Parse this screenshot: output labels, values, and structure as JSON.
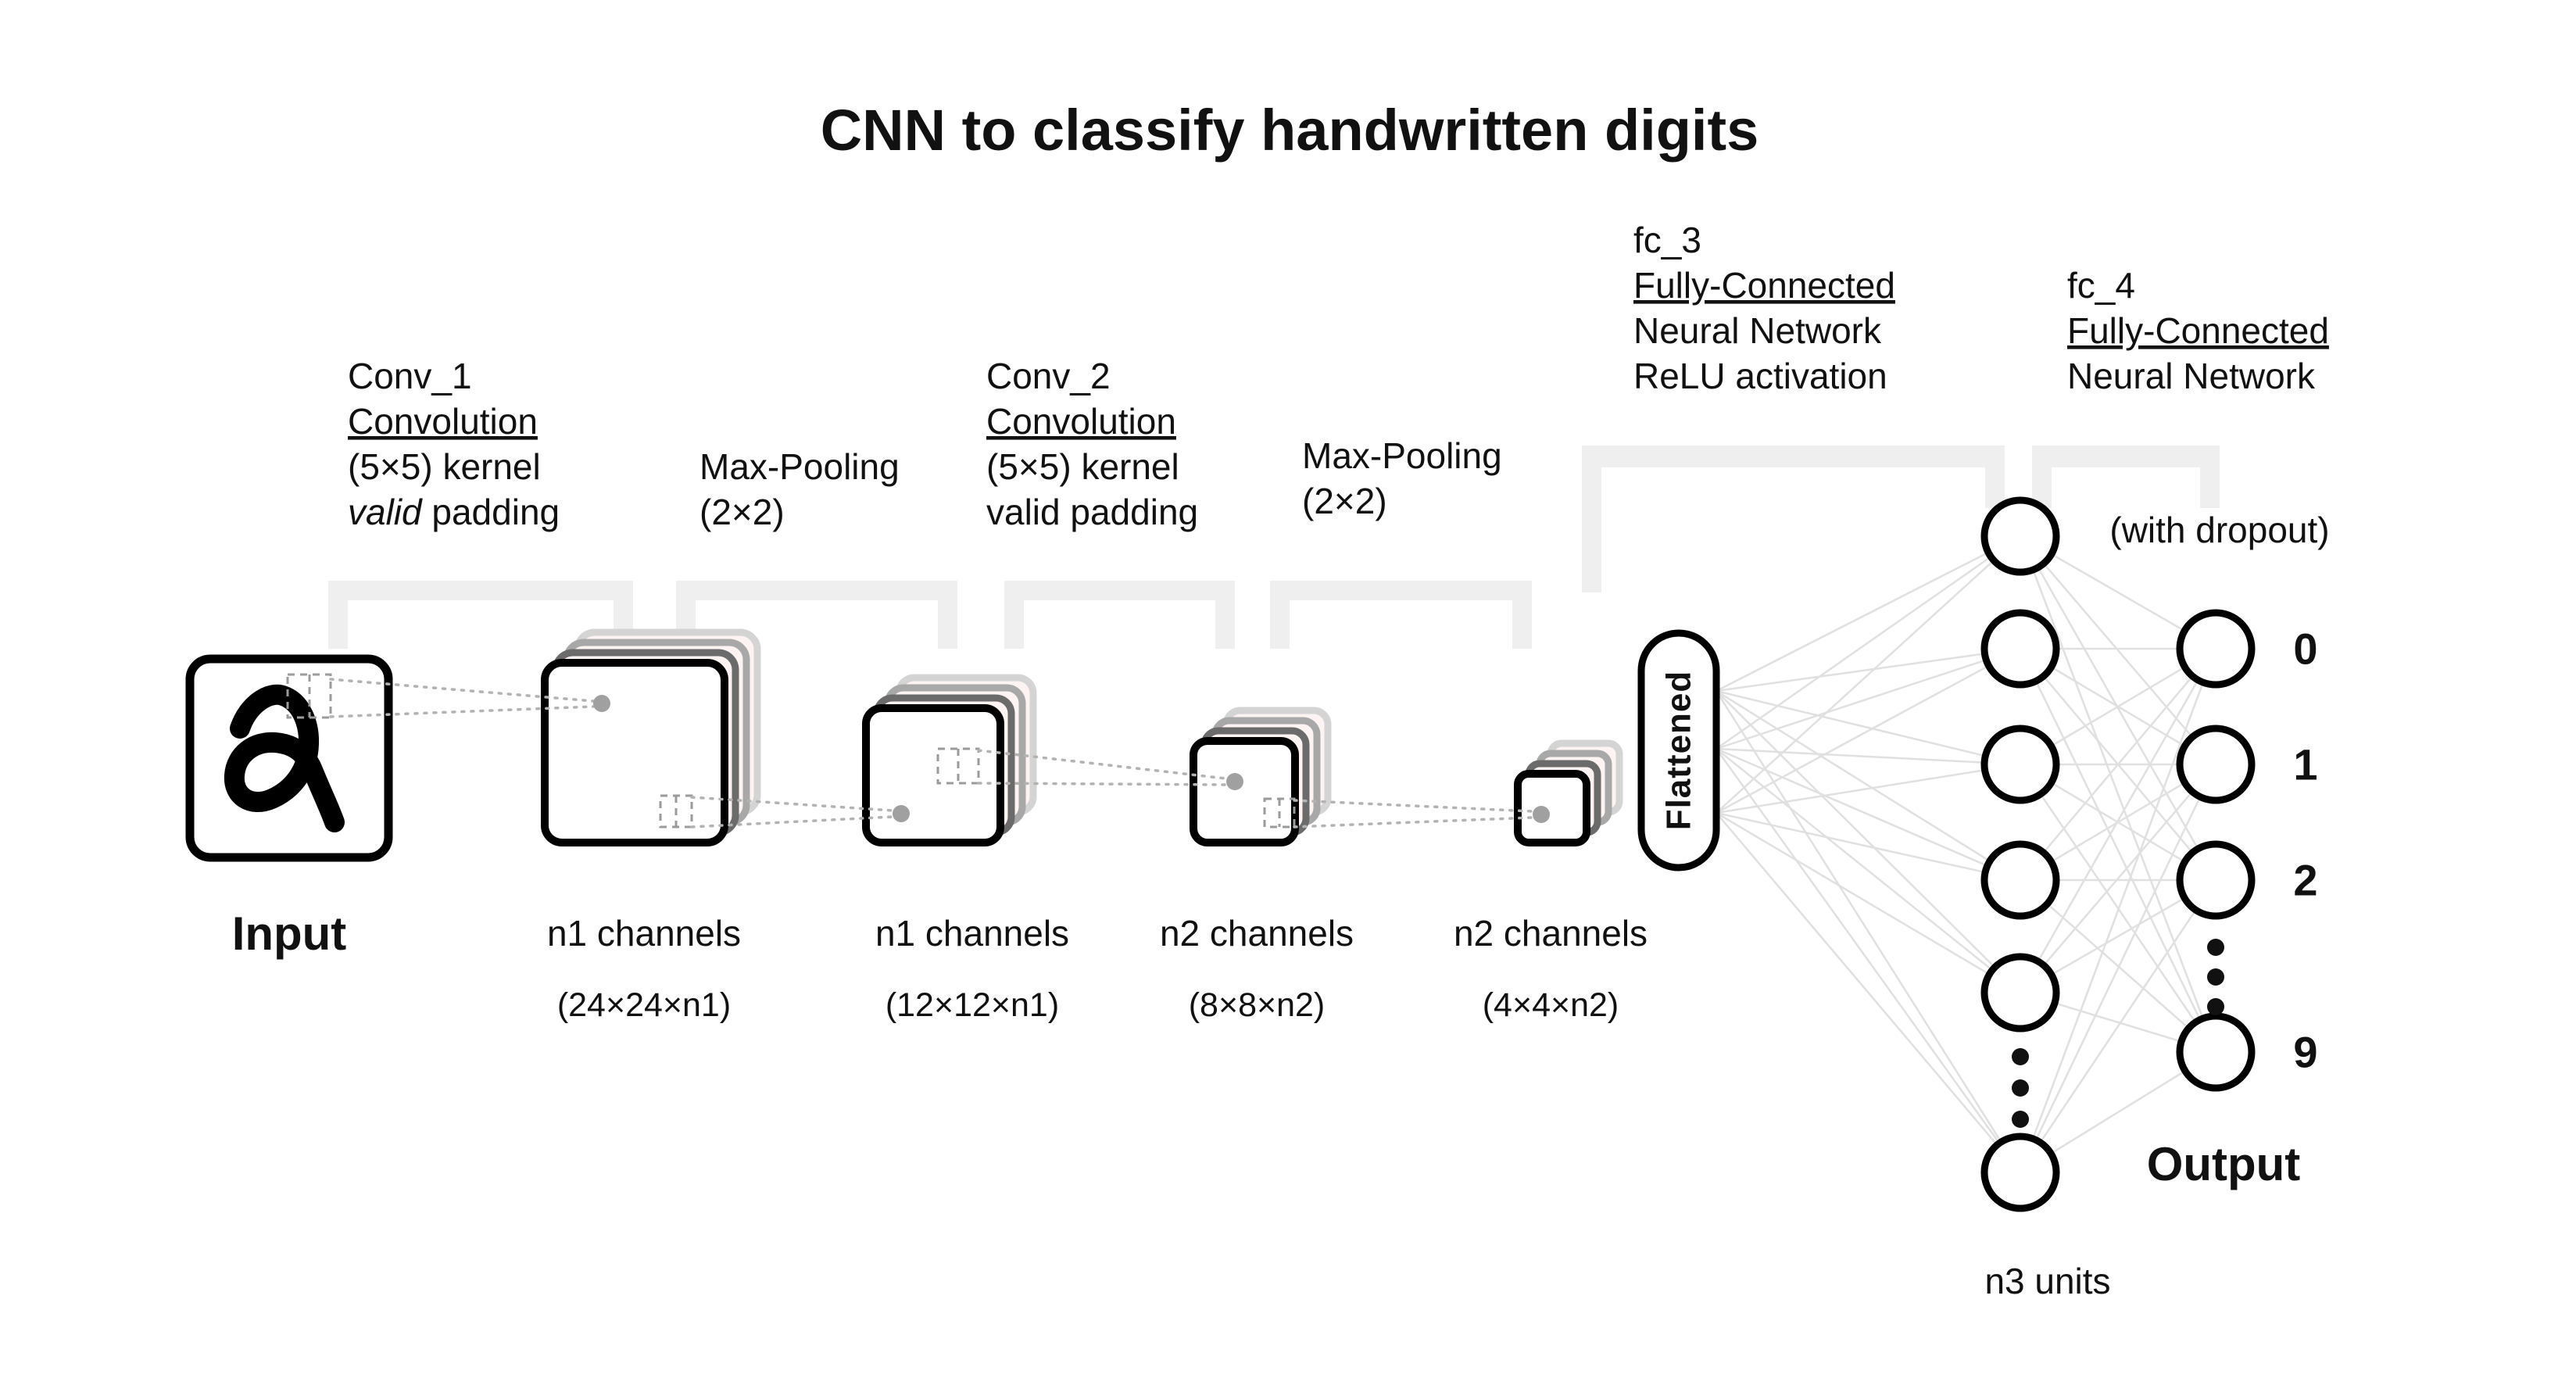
{
  "title": "CNN to classify handwritten digits",
  "stages": {
    "conv1": {
      "name": "Conv_1",
      "op": "Convolution",
      "kernel": "(5×5) kernel",
      "padding_italic": "valid",
      "padding_rest": " padding"
    },
    "pool1": {
      "name": "Max-Pooling",
      "size": "(2×2)"
    },
    "conv2": {
      "name": "Conv_2",
      "op": "Convolution",
      "kernel": "(5×5) kernel",
      "padding": "valid padding"
    },
    "pool2": {
      "name": "Max-Pooling",
      "size": "(2×2)"
    },
    "fc3": {
      "name": "fc_3",
      "type": "Fully-Connected",
      "desc": "Neural Network",
      "activation": "ReLU activation"
    },
    "fc4": {
      "name": "fc_4",
      "type": "Fully-Connected",
      "desc": "Neural Network",
      "note": "(with dropout)"
    }
  },
  "layers": {
    "input": {
      "label": "Input"
    },
    "conv1_out": {
      "channels": "n1 channels",
      "dims": "(24×24×n1)"
    },
    "pool1_out": {
      "channels": "n1 channels",
      "dims": "(12×12×n1)"
    },
    "conv2_out": {
      "channels": "n2 channels",
      "dims": "(8×8×n2)"
    },
    "pool2_out": {
      "channels": "n2 channels",
      "dims": "(4×4×n2)"
    },
    "flatten": {
      "label": "Flattened"
    },
    "hidden": {
      "units_label": "n3 units"
    },
    "output": {
      "label": "Output",
      "digits": [
        "0",
        "1",
        "2",
        "9"
      ]
    }
  },
  "colors": {
    "ink": "#111111",
    "bracket": "#efefef",
    "connection": "#e0e0e0",
    "dashed": "#9b9b9b",
    "back_layer_fill": "#fdf3f3"
  }
}
